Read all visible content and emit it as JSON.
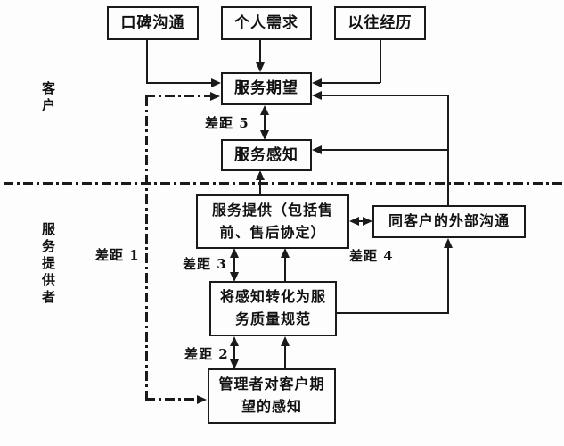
{
  "diagram": {
    "title_semantic": "service-quality-gap-model",
    "background_color": "#fdfdfd",
    "line_color": "#1a1a1a"
  },
  "regions": {
    "customer_label": "客户",
    "provider_label": "服务提供者"
  },
  "boxes": {
    "word_of_mouth": {
      "label": "口碑沟通"
    },
    "personal_needs": {
      "label": "个人需求"
    },
    "past_experience": {
      "label": "以往经历"
    },
    "service_expectation": {
      "label": "服务期望"
    },
    "service_perception": {
      "label": "服务感知"
    },
    "service_delivery": {
      "label": [
        "服务提供（包括售",
        "前、售后协定）"
      ]
    },
    "external_communication": {
      "label": "同客户的外部沟通"
    },
    "perception_to_spec": {
      "label": [
        "将感知转化为服",
        "务质量规范"
      ]
    },
    "management_perception": {
      "label": [
        "管理者对客户期",
        "望的感知"
      ]
    }
  },
  "gaps": {
    "gap1": "差距 1",
    "gap2": "差距 2",
    "gap3": "差距 3",
    "gap4": "差距 4",
    "gap5": "差距 5"
  }
}
